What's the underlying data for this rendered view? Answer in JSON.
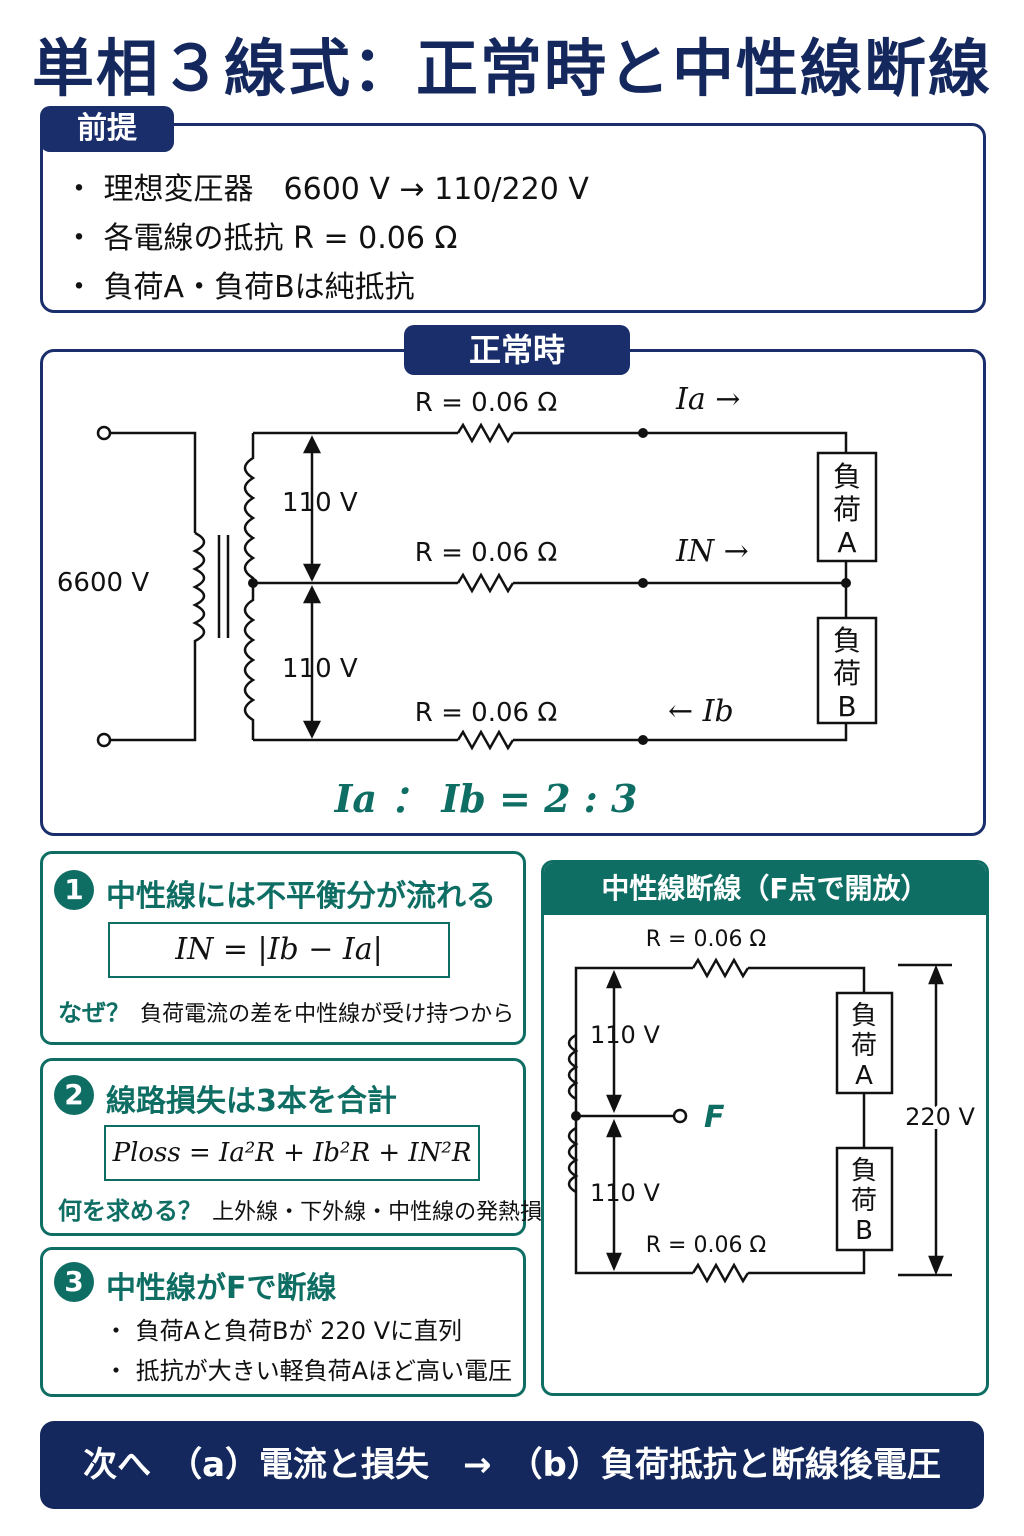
{
  "title": "単相３線式：正常時と中性線断線",
  "premise": {
    "tag": "前提",
    "items": [
      "理想変圧器　6600 V → 110/220 V",
      "各電線の抵抗 R = 0.06 Ω",
      "負荷A・負荷Bは純抵抗"
    ]
  },
  "normal": {
    "tag": "正常時",
    "resistor_label": "R = 0.06 Ω",
    "source_voltage": "6600 V",
    "winding_voltage": "110 V",
    "current_a": "Ia →",
    "current_n": "IN →",
    "current_b": "← Ib",
    "load_a": [
      "負",
      "荷",
      "A"
    ],
    "load_b": [
      "負",
      "荷",
      "B"
    ],
    "ratio": "Ia ： Ib = 2 : 3"
  },
  "cards": [
    {
      "num": "1",
      "heading": "中性線には不平衡分が流れる",
      "formula": "IN = |Ib − Ia|",
      "q_label": "なぜ？",
      "q_text": "負荷電流の差を中性線が受け持つから"
    },
    {
      "num": "2",
      "heading": "線路損失は3本を合計",
      "formula": "Ploss = Ia²R + Ib²R + IN²R",
      "q_label": "何を求める？",
      "q_text": "上外線・下外線・中性線の発熱損失"
    },
    {
      "num": "3",
      "heading": "中性線がFで断線",
      "bullets": [
        "負荷Aと負荷Bが 220 Vに直列",
        "抵抗が大きい軽負荷Aほど高い電圧"
      ]
    }
  ],
  "broken": {
    "header": "中性線断線（F点で開放）",
    "resistor_label": "R = 0.06 Ω",
    "winding_voltage": "110 V",
    "total_voltage": "220 V",
    "break_point": "F",
    "load_a": [
      "負",
      "荷",
      "A"
    ],
    "load_b": [
      "負",
      "荷",
      "B"
    ]
  },
  "footer": "次へ　（a）電流と損失　→　（b）負荷抵抗と断線後電圧",
  "colors": {
    "navy": "#1a2e6c",
    "teal": "#0f6e64"
  }
}
